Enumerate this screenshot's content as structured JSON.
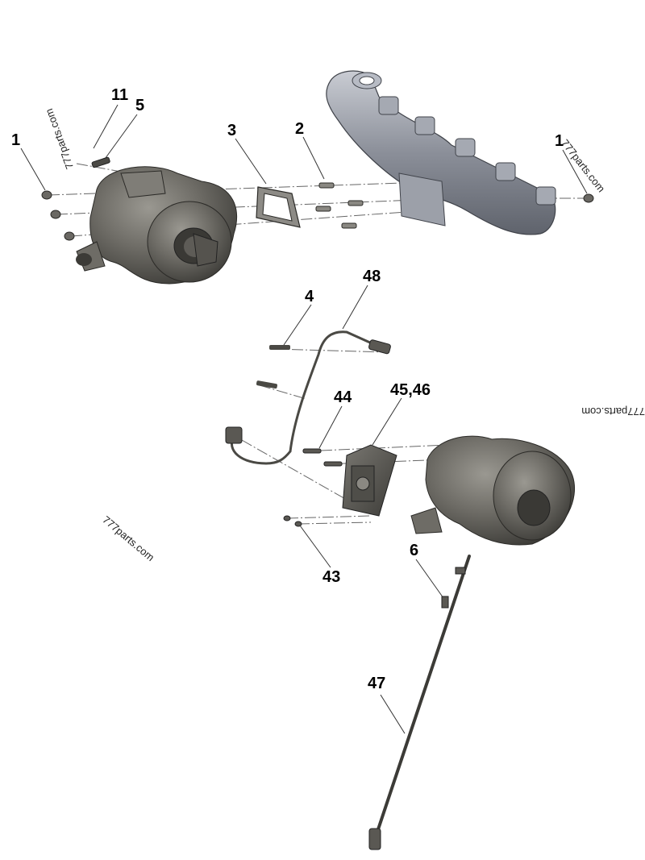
{
  "watermark": "777parts.com",
  "callouts": {
    "c1_left": "1",
    "c11": "11",
    "c5": "5",
    "c3": "3",
    "c2": "2",
    "c1_right": "1",
    "c48": "48",
    "c4": "4",
    "c44": "44",
    "c45_46": "45,46",
    "c43": "43",
    "c6": "6",
    "c47": "47"
  },
  "colors": {
    "turbo_dark": "#4a4944",
    "turbo_mid": "#6e6c66",
    "turbo_light": "#9a9891",
    "manifold": "#8b8f99",
    "manifold_light": "#b7bbc4",
    "line": "#555555"
  }
}
